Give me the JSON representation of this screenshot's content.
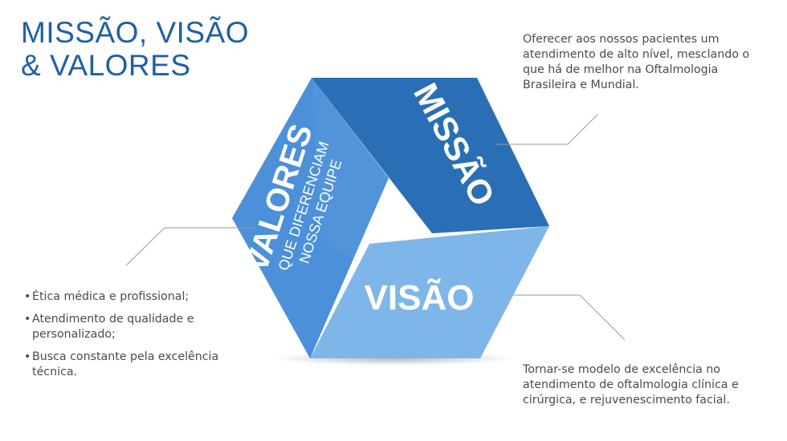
{
  "title": {
    "line1": "MISSÃO, VISÃO",
    "line2": "& VALORES"
  },
  "segments": {
    "missao": {
      "label": "MISSÃO",
      "color": "#2a6fb5"
    },
    "visao": {
      "label": "VISÃO",
      "color": "#7fb6e9"
    },
    "valores": {
      "label": "VALORES",
      "sub1": "QUE DIFERENCIAM",
      "sub2": "NOSSA EQUIPE",
      "color": "#4b90d8"
    }
  },
  "mission_text": "Oferecer aos nossos pacientes um atendimento de alto nível, mesclando o que há de melhor na Oftalmologia Brasileira e Mundial.",
  "vision_text": "Tornar-se modelo de excelência no atendimento de oftalmologia clínica e cirúrgica, e rejuvenescimento facial.",
  "values_items": [
    "Ética médica e profissional;",
    "Atendimento de qualidade e personalizado;",
    "Busca constante pela excelência técnica."
  ],
  "bullet": "•"
}
